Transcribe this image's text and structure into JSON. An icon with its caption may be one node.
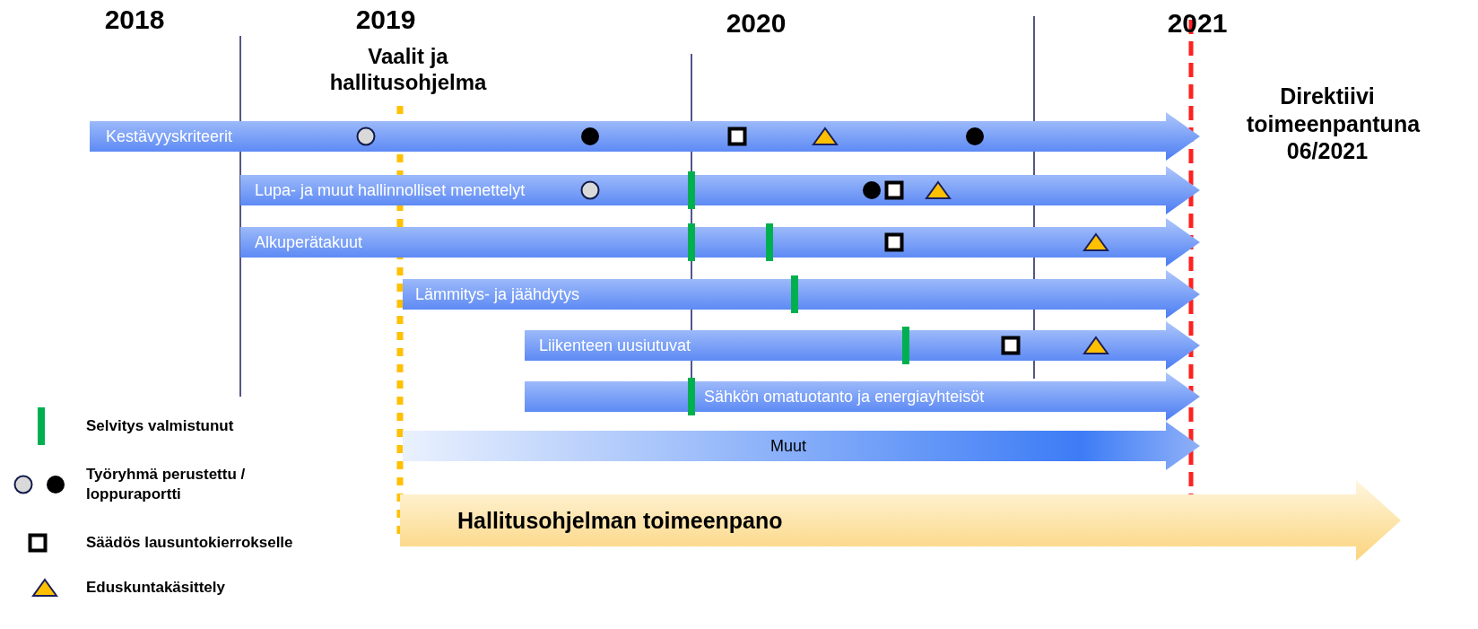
{
  "diagram": {
    "nodes": [
      {
        "text": [
          "Kestävyyskriteerit"
        ]
      },
      {
        "text": [
          "Lupa- ja muut hallinnolliset menettelyt"
        ]
      },
      {
        "text": [
          "Alkuperätakuut"
        ]
      },
      {
        "text": [
          "Lämmitys- ja jäähdytys"
        ]
      },
      {
        "text": [
          "Liikenteen uusiutuvat"
        ]
      },
      {
        "text": [
          "Sähkön omatuotanto ja energiayhteisöt"
        ]
      },
      {
        "text": [
          "Muut"
        ]
      },
      {
        "text": [
          "Hallitusohjelman toimeenpano"
        ]
      }
    ],
    "edges": [],
    "labels": [
      "2018",
      "2019",
      "Vaalit ja hallitusohjelma",
      "2020",
      "2021",
      "Direktiivi toimeenpantuna 06/2021"
    ],
    "legend": [
      {
        "text": "Selvitys valmistunut"
      },
      {
        "text": "Työryhmä perustettu / loppuraportti"
      },
      {
        "text": "Säädös lausuntokierrokselle"
      },
      {
        "text": "Eduskuntakäsittely"
      }
    ]
  }
}
